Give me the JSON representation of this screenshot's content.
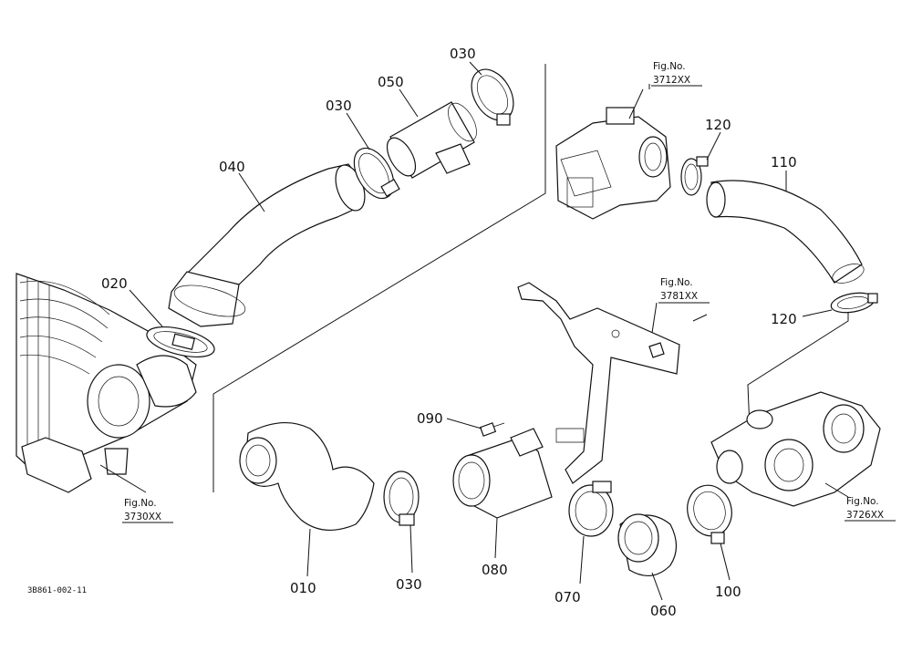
{
  "diagram": {
    "code": "3B861-002-11",
    "parts": [
      {
        "id": "p010",
        "label": "010"
      },
      {
        "id": "p020",
        "label": "020"
      },
      {
        "id": "p030a",
        "label": "030"
      },
      {
        "id": "p030b",
        "label": "030"
      },
      {
        "id": "p030c",
        "label": "030"
      },
      {
        "id": "p040",
        "label": "040"
      },
      {
        "id": "p050",
        "label": "050"
      },
      {
        "id": "p060",
        "label": "060"
      },
      {
        "id": "p070",
        "label": "070"
      },
      {
        "id": "p080",
        "label": "080"
      },
      {
        "id": "p090",
        "label": "090"
      },
      {
        "id": "p100",
        "label": "100"
      },
      {
        "id": "p110",
        "label": "110"
      },
      {
        "id": "p120a",
        "label": "120"
      },
      {
        "id": "p120b",
        "label": "120"
      }
    ],
    "figures": [
      {
        "id": "f3712",
        "label": "Fig.No.",
        "number": "3712XX"
      },
      {
        "id": "f3781",
        "label": "Fig.No.",
        "number": "3781XX"
      },
      {
        "id": "f3730",
        "label": "Fig.No.",
        "number": "3730XX"
      },
      {
        "id": "f3726",
        "label": "Fig.No.",
        "number": "3726XX"
      }
    ]
  }
}
